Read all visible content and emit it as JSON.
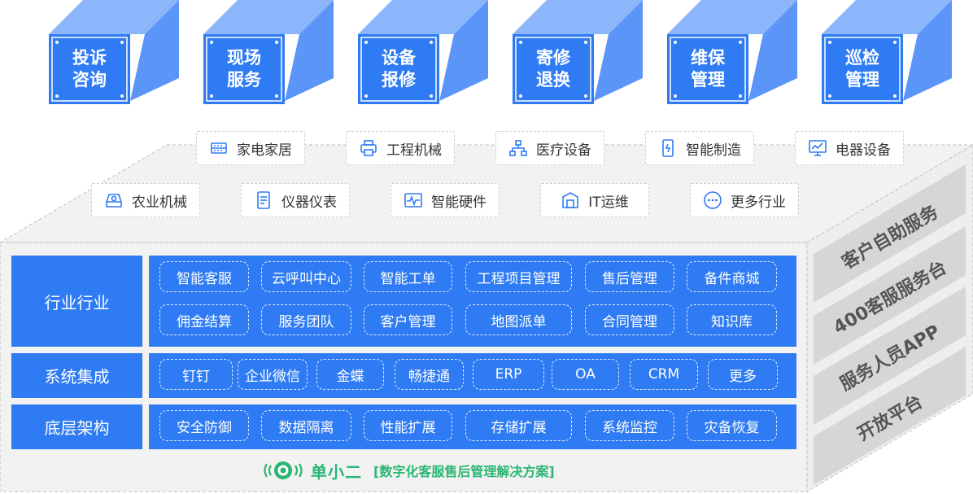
{
  "cubes": [
    {
      "line1": "投诉",
      "line2": "咨询"
    },
    {
      "line1": "现场",
      "line2": "服务"
    },
    {
      "line1": "设备",
      "line2": "报修"
    },
    {
      "line1": "寄修",
      "line2": "退换"
    },
    {
      "line1": "维保",
      "line2": "管理"
    },
    {
      "line1": "巡检",
      "line2": "管理"
    }
  ],
  "industries_row1": [
    {
      "label": "家电家居",
      "icon": "home-appliance-icon"
    },
    {
      "label": "工程机械",
      "icon": "printer-icon"
    },
    {
      "label": "医疗设备",
      "icon": "network-icon"
    },
    {
      "label": "智能制造",
      "icon": "device-icon"
    },
    {
      "label": "电器设备",
      "icon": "monitor-chart-icon"
    }
  ],
  "industries_row2": [
    {
      "label": "农业机械",
      "icon": "disk-icon"
    },
    {
      "label": "仪器仪表",
      "icon": "document-icon"
    },
    {
      "label": "智能硬件",
      "icon": "pulse-monitor-icon"
    },
    {
      "label": "IT运维",
      "icon": "building-icon"
    },
    {
      "label": "更多行业",
      "icon": "more-icon"
    }
  ],
  "rows": [
    {
      "label": "行业行业",
      "tags": [
        "智能客服",
        "云呼叫中心",
        "智能工单",
        "工程项目管理",
        "售后管理",
        "备件商城",
        "佣金结算",
        "服务团队",
        "客户管理",
        "地图派单",
        "合同管理",
        "知识库"
      ]
    },
    {
      "label": "系统集成",
      "tags": [
        "钉钉",
        "企业微信",
        "金蝶",
        "畅捷通",
        "ERP",
        "OA",
        "CRM",
        "更多"
      ]
    },
    {
      "label": "底层架构",
      "tags": [
        "安全防御",
        "数据隔离",
        "性能扩展",
        "存储扩展",
        "系统监控",
        "灾备恢复"
      ]
    }
  ],
  "side_items": [
    "客户自助服务",
    "400客服服务台",
    "服务人员APP",
    "开放平台"
  ],
  "footer": {
    "brand": "单小二",
    "tagline": "[数字化客服售后管理解决方案]"
  },
  "colors": {
    "primary": "#2f7bf3",
    "brand_green": "#2bb673",
    "platform_gray": "#f2f2f2"
  }
}
